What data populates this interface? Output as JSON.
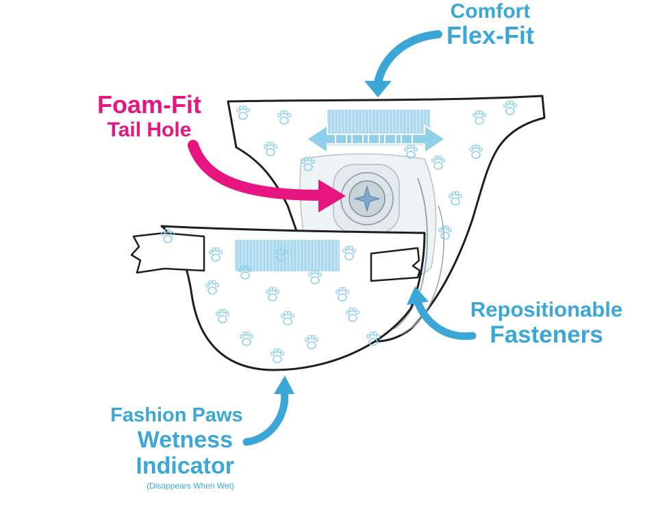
{
  "colors": {
    "accent_blue": "#3aa7d6",
    "accent_pink": "#e6157f",
    "paw_blue": "#8fd0ea",
    "band_blue": "#a8d9ef",
    "outline": "#1e1e1e"
  },
  "callouts": {
    "flex_fit": {
      "line1": "Comfort",
      "line2": "Flex-Fit"
    },
    "tail_hole": {
      "line1": "Foam-Fit",
      "line2": "Tail Hole"
    },
    "fasteners": {
      "line1": "Repositionable",
      "line2": "Fasteners"
    },
    "wetness": {
      "line1": "Fashion Paws",
      "line2": "Wetness",
      "line3": "Indicator",
      "note": "(Disappears When Wet)"
    }
  }
}
